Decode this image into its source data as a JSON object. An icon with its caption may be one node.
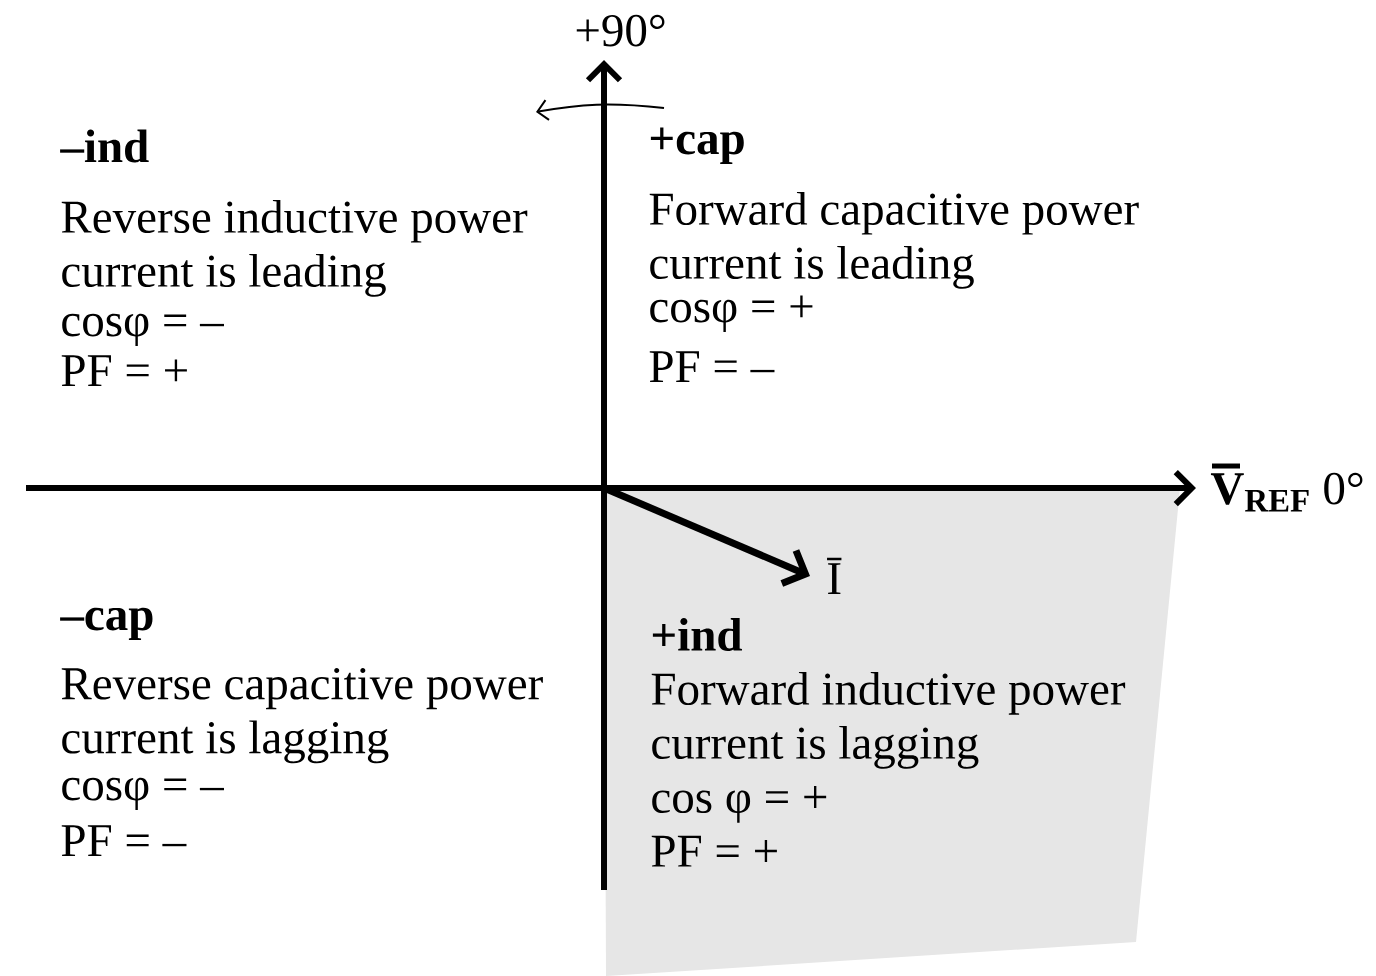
{
  "diagram": {
    "nodes": [
      {
        "text": [
          "+ind",
          "Forward inductive power current is lagging",
          "cos φ = +",
          "PF = +"
        ]
      }
    ],
    "labels": [
      "+90°",
      "–ind",
      "Reverse inductive power current is leading",
      "cosφ = –",
      "PF = +",
      "+cap",
      "Forward capacitive power current is leading",
      "cosφ = +",
      "PF = –",
      "V$_{REF}$",
      "0°",
      "Ī",
      "–cap",
      "Reverse capacitive power current is lagging",
      "cosφ = –",
      "PF = –"
    ]
  }
}
